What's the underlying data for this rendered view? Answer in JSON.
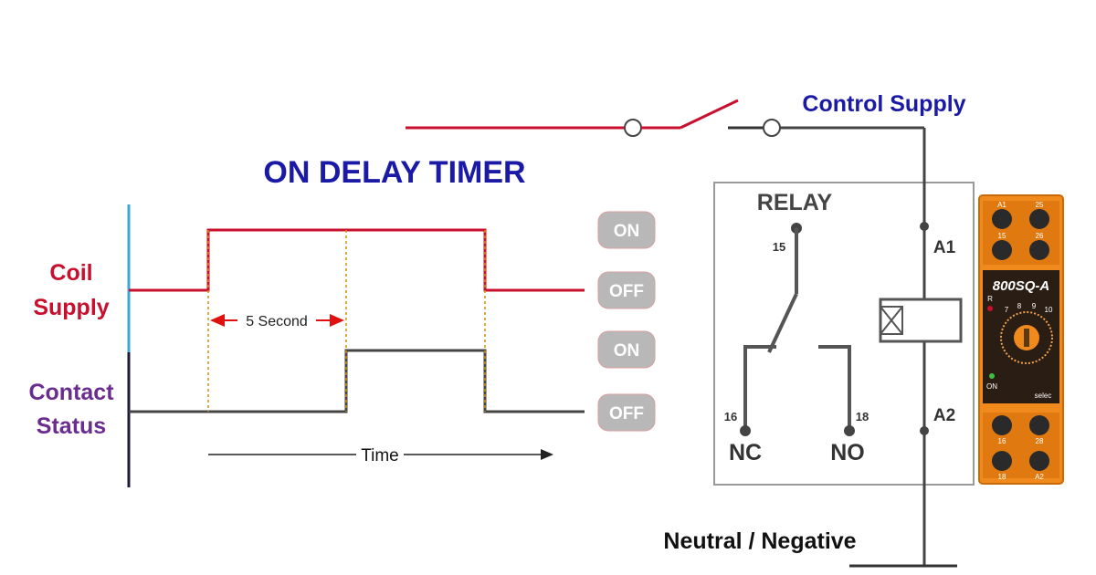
{
  "title": "ON DELAY TIMER",
  "timing_diagram": {
    "coil_label": [
      "Coil",
      "Supply"
    ],
    "contact_label": [
      "Contact",
      "Status"
    ],
    "states": [
      "ON",
      "OFF",
      "ON",
      "OFF"
    ],
    "delay_label": "5 Second",
    "axis_label": "Time",
    "colors": {
      "coil": "#c8102e",
      "contact": "#444444",
      "axis_top": "#38a8d8",
      "axis_bottom": "#1a1a3a",
      "delay_arrow": "#e01010",
      "dotted": "#d4900a",
      "pill": "#b8b8b8"
    }
  },
  "relay": {
    "label": "RELAY",
    "terminals": {
      "common": "15",
      "nc": "16",
      "no": "18"
    },
    "nc_label": "NC",
    "no_label": "NO"
  },
  "coil_terminals": {
    "top": "A1",
    "bottom": "A2"
  },
  "supply_label": "Control Supply",
  "neutral_label": "Neutral / Negative",
  "device": {
    "model": "800SQ-A",
    "brand": "selec",
    "terminals_top": [
      "A1",
      "25",
      "15",
      "26"
    ],
    "terminals_bottom": [
      "16",
      "28",
      "18",
      "A2"
    ],
    "indicators": [
      "R",
      "ON"
    ],
    "dial_marks": [
      "7",
      "8",
      "9",
      "10"
    ],
    "color": "#f08a1c"
  }
}
